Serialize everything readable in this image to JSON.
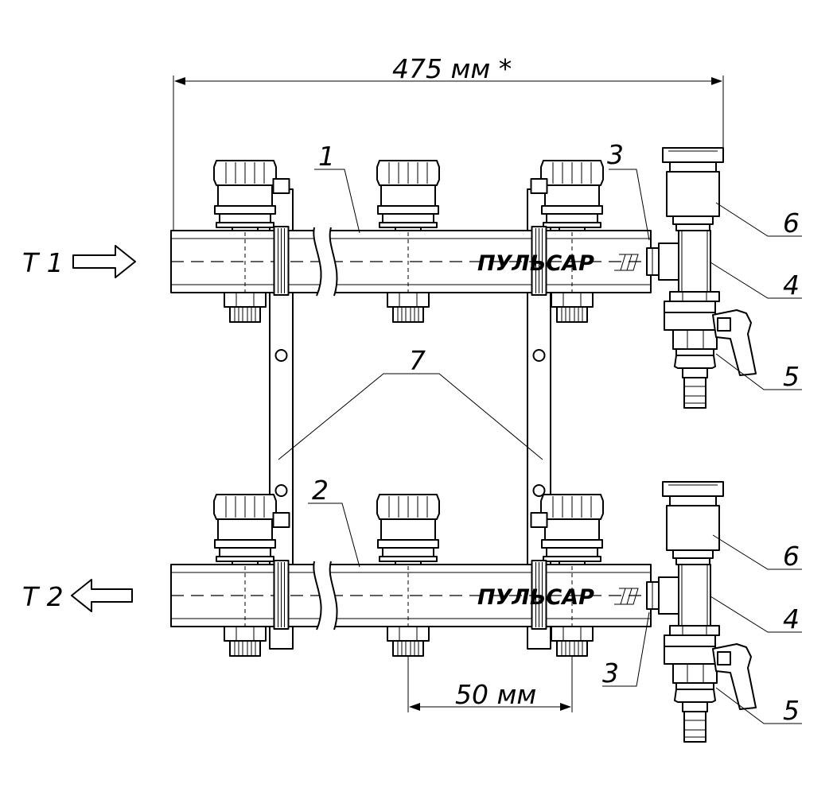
{
  "dimensions": {
    "overall_length": "475 мм *",
    "pitch": "50 мм"
  },
  "flows": {
    "supply": "T 1",
    "return": "T 2"
  },
  "brand": "ПУЛЬСАР",
  "callouts": {
    "c1": "1",
    "c2": "2",
    "c3_top": "3",
    "c3_bottom": "3",
    "c4_top": "4",
    "c4_bottom": "4",
    "c5_top": "5",
    "c5_bottom": "5",
    "c6_top": "6",
    "c6_bottom": "6",
    "c7": "7"
  }
}
